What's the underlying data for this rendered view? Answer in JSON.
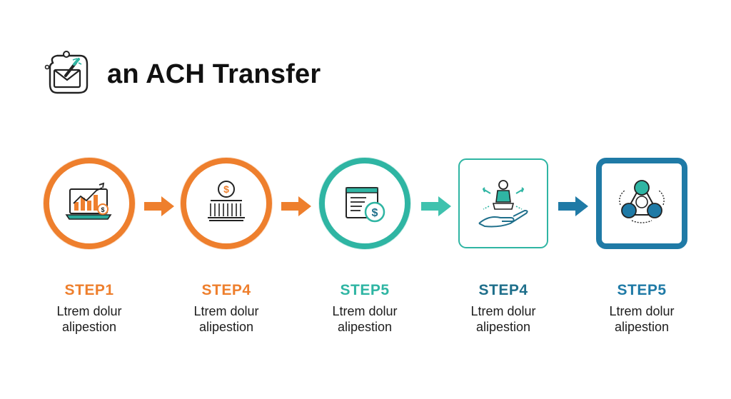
{
  "header": {
    "title": "an ACH Transfer",
    "logo_icon": "email-pen-icon"
  },
  "steps": [
    {
      "label": "STEP1",
      "desc_line1": "Ltrem dolur",
      "desc_line2": "alipestion",
      "color": "#ee7f2d",
      "shape": "circle",
      "icon": "laptop-chart-icon"
    },
    {
      "label": "STEP4",
      "desc_line1": "Ltrem dolur",
      "desc_line2": "alipestion",
      "color": "#ee7f2d",
      "shape": "circle",
      "icon": "dollar-bank-icon"
    },
    {
      "label": "STEP5",
      "desc_line1": "Ltrem dolur",
      "desc_line2": "alipestion",
      "color": "#2fb5a3",
      "shape": "circle",
      "icon": "invoice-dollar-icon"
    },
    {
      "label": "STEP4",
      "desc_line1": "Ltrem dolur",
      "desc_line2": "alipestion",
      "color": "#1f6f8b",
      "shape": "rounded-square",
      "icon": "hand-figure-icon"
    },
    {
      "label": "STEP5",
      "desc_line1": "Ltrem dolur",
      "desc_line2": "alipestion",
      "color": "#1f7aa6",
      "shape": "rounded-square",
      "icon": "triangle-network-icon"
    }
  ],
  "arrows": [
    {
      "color": "#ee7f2d",
      "icon": "arrow-right-icon"
    },
    {
      "color": "#ee7f2d",
      "icon": "arrow-right-icon"
    },
    {
      "color": "#3fc2ae",
      "icon": "arrow-right-icon"
    },
    {
      "color": "#1f7aa6",
      "icon": "arrow-right-icon"
    }
  ]
}
